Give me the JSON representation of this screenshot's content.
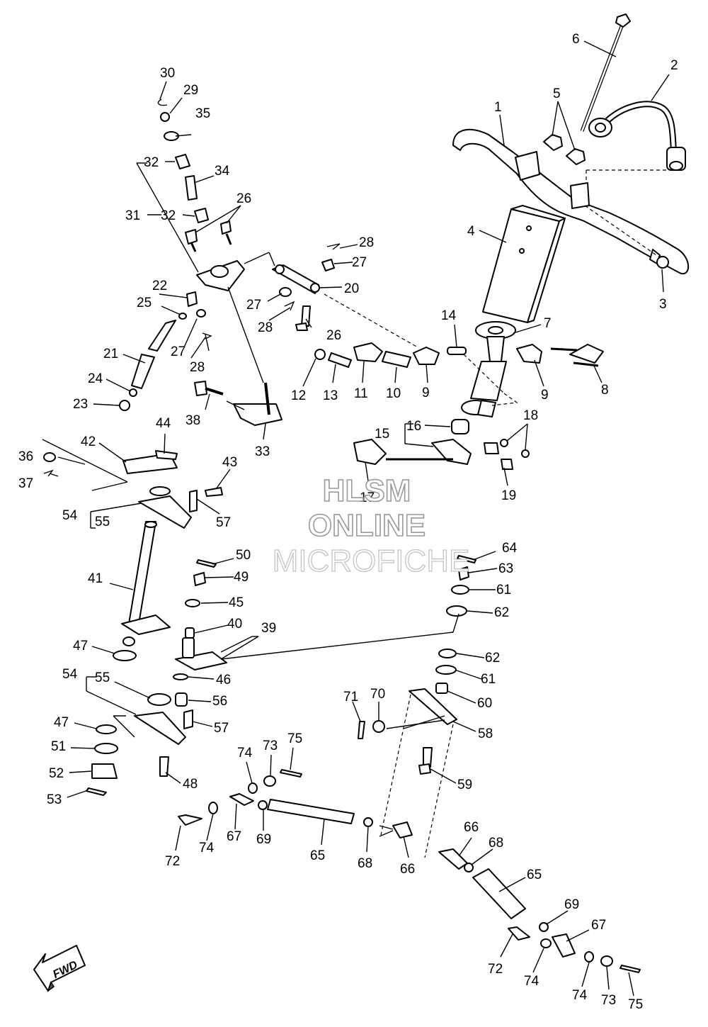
{
  "watermark": {
    "line1": "HLSM",
    "line2": "ONLINE",
    "line3": "MICROFICHE"
  },
  "direction_badge": {
    "label": "FWD",
    "icon": "fwd-arrow-icon"
  },
  "callouts": {
    "c1": "1",
    "c2": "2",
    "c3": "3",
    "c4": "4",
    "c5": "5",
    "c6": "6",
    "c7": "7",
    "c8": "8",
    "c9a": "9",
    "c9b": "9",
    "c10": "10",
    "c11": "11",
    "c12": "12",
    "c13": "13",
    "c14": "14",
    "c15": "15",
    "c16": "16",
    "c17": "17",
    "c18": "18",
    "c19": "19",
    "c20": "20",
    "c21": "21",
    "c22": "22",
    "c23": "23",
    "c24": "24",
    "c25": "25",
    "c26a": "26",
    "c26b": "26",
    "c27a": "27",
    "c27b": "27",
    "c27c": "27",
    "c28a": "28",
    "c28b": "28",
    "c28c": "28",
    "c29": "29",
    "c30": "30",
    "c31": "31",
    "c32a": "32",
    "c32b": "32",
    "c33": "33",
    "c34": "34",
    "c35": "35",
    "c36": "36",
    "c37": "37",
    "c38": "38",
    "c39": "39",
    "c40": "40",
    "c41": "41",
    "c42": "42",
    "c43": "43",
    "c44": "44",
    "c45": "45",
    "c46": "46",
    "c47a": "47",
    "c47b": "47",
    "c48": "48",
    "c49": "49",
    "c50": "50",
    "c51": "51",
    "c52": "52",
    "c53": "53",
    "c54a": "54",
    "c54b": "54",
    "c55a": "55",
    "c55b": "55",
    "c56": "56",
    "c57a": "57",
    "c57b": "57",
    "c58": "58",
    "c59": "59",
    "c60": "60",
    "c61a": "61",
    "c61b": "61",
    "c62a": "62",
    "c62b": "62",
    "c63": "63",
    "c64": "64",
    "c65a": "65",
    "c65b": "65",
    "c66a": "66",
    "c66b": "66",
    "c67a": "67",
    "c67b": "67",
    "c68a": "68",
    "c68b": "68",
    "c69a": "69",
    "c69b": "69",
    "c70": "70",
    "c71": "71",
    "c72a": "72",
    "c72b": "72",
    "c73a": "73",
    "c73b": "73",
    "c74a": "74",
    "c74b": "74",
    "c74c": "74",
    "c75a": "75",
    "c75b": "75"
  }
}
